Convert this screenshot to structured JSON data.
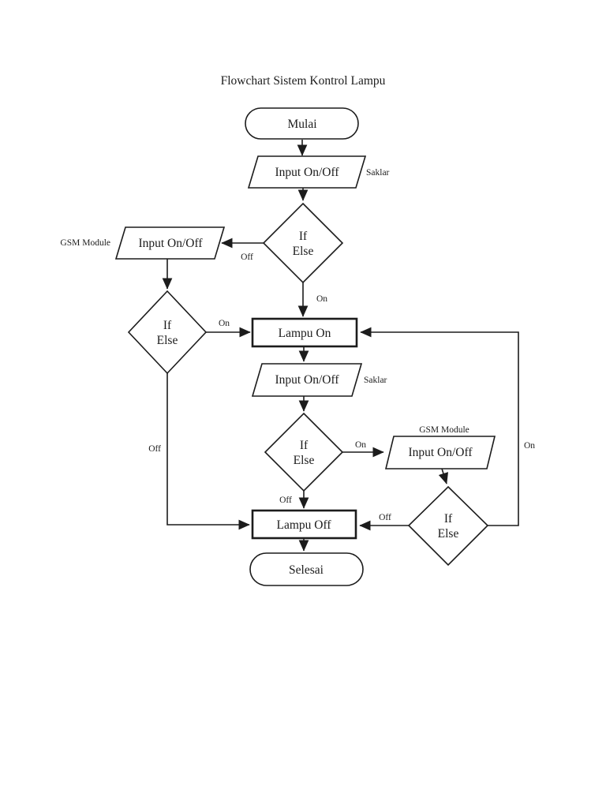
{
  "page": {
    "title": "Flowchart Sistem Kontrol Lampu",
    "background_color": "#ffffff",
    "ink_color": "#1c1c1c"
  },
  "nodes": {
    "start": {
      "type": "terminator",
      "label": "Mulai"
    },
    "input_switch_top": {
      "type": "input-output",
      "label": "Input On/Off",
      "annotation": "Saklar"
    },
    "decision_top": {
      "type": "decision",
      "line1": "If",
      "line2": "Else"
    },
    "input_gsm_left": {
      "type": "input-output",
      "label": "Input On/Off",
      "annotation": "GSM Module"
    },
    "decision_left": {
      "type": "decision",
      "line1": "If",
      "line2": "Else"
    },
    "lamp_on": {
      "type": "process",
      "label": "Lampu On"
    },
    "input_switch_mid": {
      "type": "input-output",
      "label": "Input On/Off",
      "annotation": "Saklar"
    },
    "decision_mid": {
      "type": "decision",
      "line1": "If",
      "line2": "Else"
    },
    "input_gsm_right": {
      "type": "input-output",
      "label": "Input On/Off",
      "annotation": "GSM Module"
    },
    "decision_right": {
      "type": "decision",
      "line1": "If",
      "line2": "Else"
    },
    "lamp_off": {
      "type": "process",
      "label": "Lampu Off"
    },
    "end": {
      "type": "terminator",
      "label": "Selesai"
    }
  },
  "edge_labels": {
    "decision_top_off": "Off",
    "decision_top_on": "On",
    "decision_left_on": "On",
    "decision_left_off": "Off",
    "decision_mid_on": "On",
    "decision_mid_off": "Off",
    "decision_right_off": "Off",
    "decision_right_on": "On"
  }
}
